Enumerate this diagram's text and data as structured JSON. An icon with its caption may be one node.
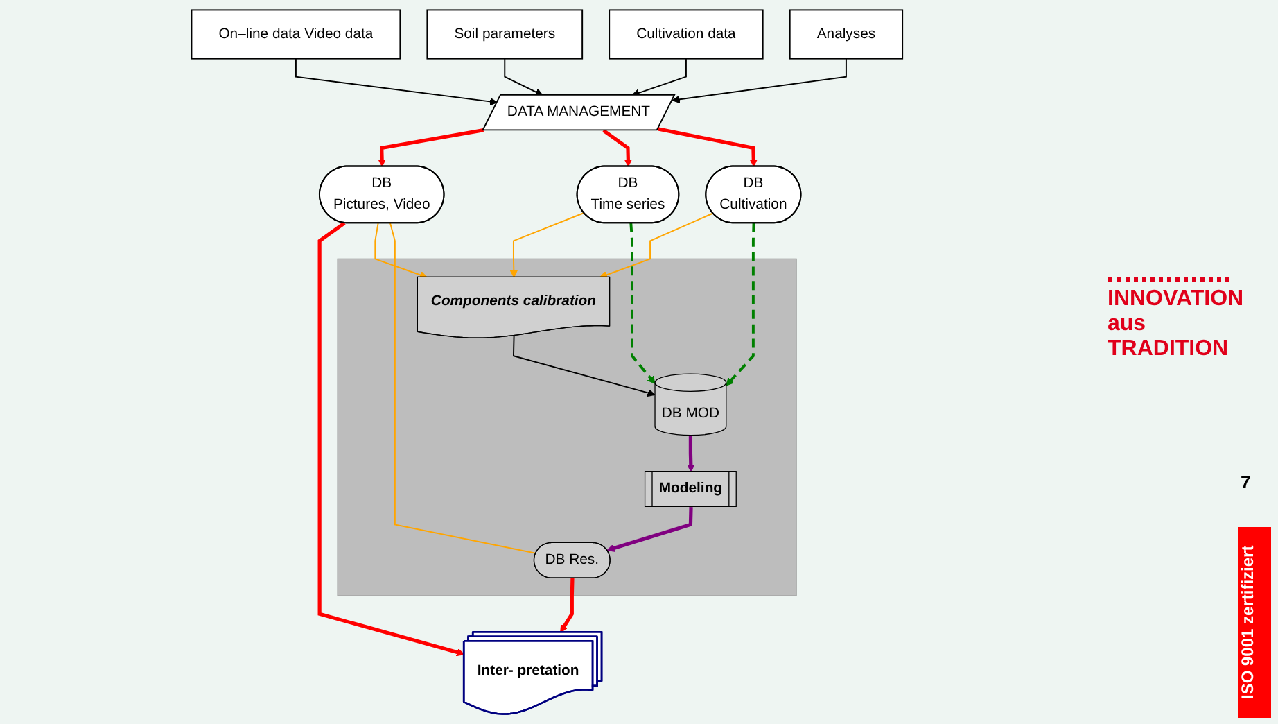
{
  "diagram": {
    "nodes": [
      {
        "text": [
          "On–line data Video data"
        ]
      },
      {
        "text": [
          "Soil parameters"
        ]
      },
      {
        "text": [
          "Cultivation data"
        ]
      },
      {
        "text": [
          "Analyses"
        ]
      },
      {
        "text": [
          "DATA MANAGEMENT"
        ]
      },
      {
        "text": [
          "DB",
          "Pictures, Video"
        ]
      },
      {
        "text": [
          "DB",
          "Time series"
        ]
      },
      {
        "text": [
          "DB",
          "Cultivation"
        ]
      },
      {
        "text": [],
        "shape": "box"
      },
      {
        "text": [
          "Components calibration"
        ],
        "in": 8
      },
      {
        "text": [
          "DB Res."
        ],
        "in": 8
      },
      {
        "text": [
          "Modeling"
        ],
        "in": 8
      },
      {
        "text": [
          "DB MOD"
        ],
        "in": 8
      },
      {
        "text": [
          "Inter- pretation"
        ]
      }
    ],
    "edges": [
      {
        "from": 0,
        "to": 4,
        "arrow": "to"
      },
      {
        "from": 1,
        "to": 4,
        "arrow": "to"
      },
      {
        "from": 2,
        "to": 4,
        "arrow": "to"
      },
      {
        "from": 3,
        "to": 4,
        "arrow": "to"
      },
      {
        "from": 4,
        "to": 5,
        "arrow": "to",
        "style": "thick",
        "color": "#ff0000"
      },
      {
        "from": 4,
        "to": 6,
        "arrow": "to",
        "style": "thick",
        "color": "#ff0000"
      },
      {
        "from": 4,
        "to": 7,
        "arrow": "to",
        "style": "thick",
        "color": "#ff0000"
      },
      {
        "from": 5,
        "to": 13,
        "arrow": "to",
        "style": "thick",
        "color": "#ff0000"
      },
      {
        "from": 5,
        "to": 9,
        "arrow": "to",
        "color": "#ffa500"
      },
      {
        "from": 6,
        "to": 9,
        "arrow": "to",
        "color": "#ffa500"
      },
      {
        "from": 7,
        "to": 9,
        "arrow": "to",
        "color": "#ffa500"
      },
      {
        "from": 5,
        "to": 10,
        "arrow": "none",
        "color": "#ffa500"
      },
      {
        "from": 6,
        "to": 12,
        "arrow": "to",
        "style": "dashed",
        "color": "#008000"
      },
      {
        "from": 7,
        "to": 12,
        "arrow": "to",
        "style": "dashed",
        "color": "#008000"
      },
      {
        "from": 9,
        "to": 12,
        "arrow": "to"
      },
      {
        "from": 12,
        "to": 11,
        "arrow": "to",
        "style": "thick",
        "color": "#800080"
      },
      {
        "from": 11,
        "to": 10,
        "arrow": "to",
        "style": "thick",
        "color": "#800080"
      },
      {
        "from": 10,
        "to": 13,
        "arrow": "to",
        "style": "thick",
        "color": "#ff0000"
      }
    ],
    "labels": [
      "7",
      "ISO 9001 zertifiziert",
      "INNOVATION aus TRADITION"
    ]
  }
}
